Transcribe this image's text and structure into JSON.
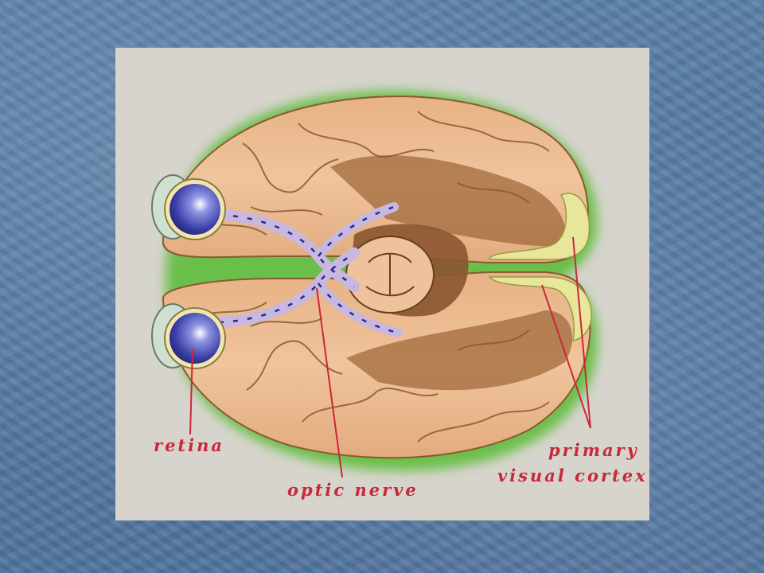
{
  "labels": {
    "retina": "retina",
    "optic_nerve": "optic nerve",
    "primary": "primary",
    "visual_cortex": "visual cortex"
  },
  "colors": {
    "slide_background": "#5479a3",
    "figure_background": "#d6d4cc",
    "brain_tissue": "#e8b58a",
    "green_halo": "#6bbf4a",
    "optic_pathway": "#c8b8e0",
    "eyeball": "#3a3fa8",
    "visual_cortex_region": "#e8e69a",
    "label_text": "#c8283a"
  }
}
